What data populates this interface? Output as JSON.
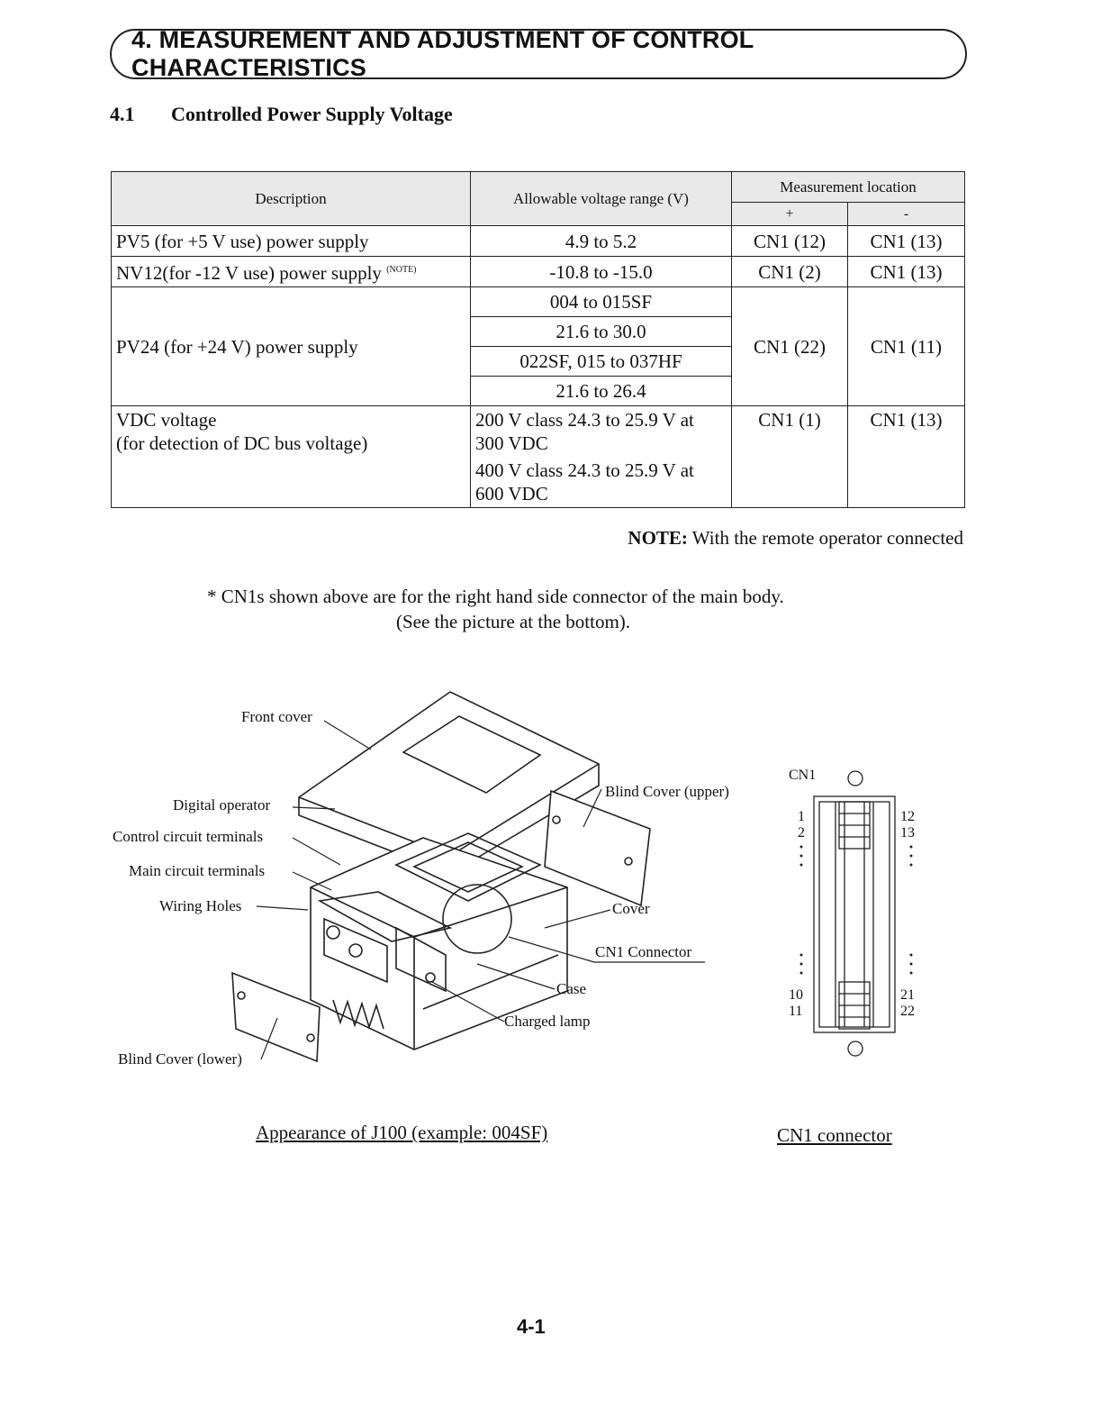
{
  "chapter_title": "4. MEASUREMENT AND ADJUSTMENT OF CONTROL CHARACTERISTICS",
  "section": {
    "number": "4.1",
    "title": "Controlled Power Supply Voltage"
  },
  "table": {
    "headers": {
      "description": "Description",
      "range": "Allowable voltage range (V)",
      "location": "Measurement location",
      "plus": "+",
      "minus": "-"
    },
    "rows": [
      {
        "description": "PV5 (for +5 V use) power supply",
        "range": "4.9 to 5.2",
        "plus": "CN1 (12)",
        "minus": "CN1 (13)"
      },
      {
        "description": "NV12(for -12 V use) power supply",
        "note_mark": "(NOTE)",
        "range": "-10.8 to -15.0",
        "plus": "CN1 (2)",
        "minus": "CN1 (13)"
      },
      {
        "description": "PV24 (for +24 V) power supply",
        "range_a_model": "004 to 015SF",
        "range_a": "21.6 to 30.0",
        "range_b_model": "022SF, 015 to 037HF",
        "range_b": "21.6 to 26.4",
        "plus": "CN1 (22)",
        "minus": "CN1 (11)"
      },
      {
        "description_1": "VDC voltage",
        "description_2": "(for detection of DC bus voltage)",
        "range_1": "200 V class 24.3 to 25.9 V at 300 VDC",
        "range_2": "400 V class 24.3 to 25.9 V at 600 VDC",
        "plus": "CN1 (1)",
        "minus": "CN1 (13)"
      }
    ]
  },
  "note": {
    "label": "NOTE:",
    "text": " With the remote operator connected"
  },
  "cn_note": {
    "line1": "* CN1s shown above are for the right hand side connector of the main body.",
    "line2": "(See the picture at the bottom)."
  },
  "figure": {
    "callouts": {
      "front_cover": "Front cover",
      "digital_operator": "Digital operator",
      "control_terminals": "Control circuit terminals",
      "main_terminals": "Main circuit terminals",
      "wiring_holes": "Wiring Holes",
      "blind_cover_upper": "Blind Cover (upper)",
      "cover": "Cover",
      "cn1_connector": "CN1 Connector",
      "case": "Case",
      "charged_lamp": "Charged lamp",
      "blind_cover_lower": "Blind Cover (lower)"
    },
    "caption": "Appearance of J100 (example: 004SF)"
  },
  "connector": {
    "title": "CN1",
    "pins_left_top": [
      "1",
      "2"
    ],
    "pins_right_top": [
      "12",
      "13"
    ],
    "pins_left_bottom": [
      "10",
      "11"
    ],
    "pins_right_bottom": [
      "21",
      "22"
    ],
    "caption": "CN1 connector"
  },
  "page_number": "4-1"
}
